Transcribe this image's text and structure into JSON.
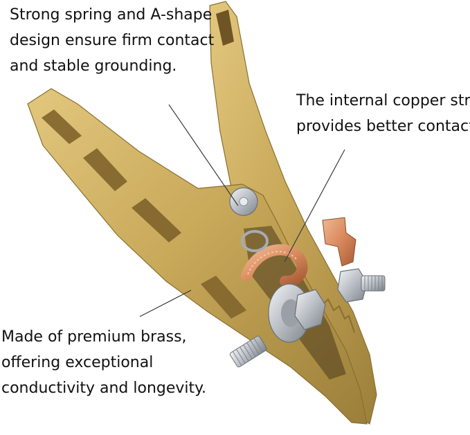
{
  "captions": {
    "spring": {
      "line1": "Strong spring and A-shape",
      "line2": "design ensure firm contact",
      "line3": "and stable grounding."
    },
    "copper": {
      "line1": "The internal copper strip",
      "line2": "provides better contact."
    },
    "brass": {
      "line1": "Made of premium brass,",
      "line2": "offering exceptional",
      "line3": "conductivity and longevity."
    }
  },
  "colors": {
    "background": "#ffffff",
    "brass": "#c9a95a",
    "brass_shadow": "#9c7f3a",
    "copper": "#d98a5e",
    "steel": "#c8ccd0",
    "leader_line": "#3a3a3a",
    "text": "#111111"
  }
}
